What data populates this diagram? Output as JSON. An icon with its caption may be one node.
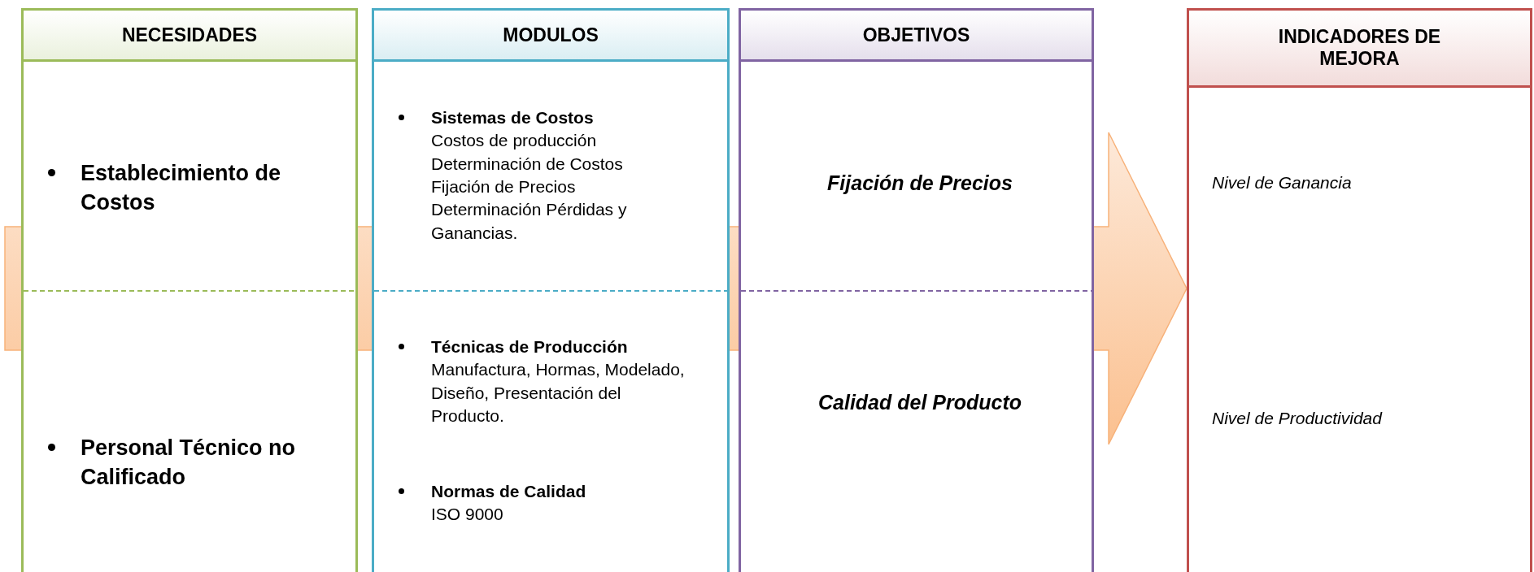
{
  "diagram": {
    "nodes": [
      {
        "text": [
          "NECESIDADES"
        ]
      },
      {
        "text": [
          "Establecimiento de Costos"
        ],
        "in": 0
      },
      {
        "text": [
          "Personal Técnico no Calificado"
        ],
        "in": 0
      },
      {
        "text": [
          "MODULOS"
        ]
      },
      {
        "text": [
          "Sistemas de Costos",
          "Costos de producción Determinación de Costos Fijación de Precios Determinación Pérdidas y Ganancias."
        ],
        "in": 3
      },
      {
        "text": [
          "Técnicas de Producción",
          "Manufactura, Hormas, Modelado, Diseño, Presentación del Producto."
        ],
        "in": 3
      },
      {
        "text": [
          "Normas de Calidad",
          "ISO 9000"
        ],
        "in": 3
      },
      {
        "text": [
          "OBJETIVOS"
        ]
      },
      {
        "text": [
          "Fijación de Precios"
        ],
        "in": 7
      },
      {
        "text": [
          "Calidad del Producto"
        ],
        "in": 7
      },
      {
        "text": [
          "INDICADORES DE MEJORA"
        ]
      },
      {
        "text": [
          "Nivel de Ganancia"
        ],
        "in": 10
      },
      {
        "text": [
          "Nivel de Productividad"
        ],
        "in": 10
      }
    ],
    "edges": [
      {
        "from": null,
        "to": 10,
        "arrow": "to",
        "style": "thick"
      }
    ]
  }
}
